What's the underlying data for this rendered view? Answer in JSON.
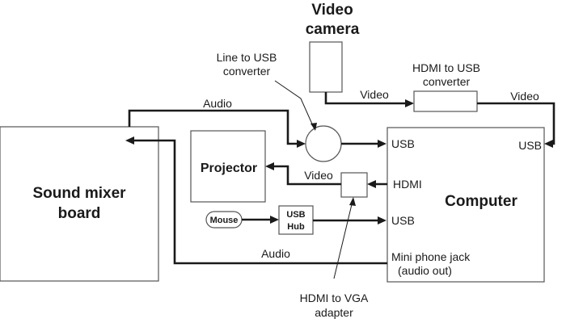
{
  "nodes": {
    "sound_mixer": [
      "Sound mixer",
      "board"
    ],
    "video_camera": [
      "Video",
      "camera"
    ],
    "projector": "Projector",
    "computer": "Computer",
    "mouse": "Mouse",
    "usb_hub": [
      "USB",
      "Hub"
    ]
  },
  "callouts": {
    "line_to_usb": [
      "Line to USB",
      "converter"
    ],
    "hdmi_to_usb": [
      "HDMI to USB",
      "converter"
    ],
    "hdmi_to_vga": [
      "HDMI to VGA",
      "adapter"
    ]
  },
  "computer_ports": {
    "usb_top": "USB",
    "usb_right": "USB",
    "hdmi": "HDMI",
    "usb_bottom": "USB",
    "mini_jack": [
      "Mini phone jack",
      "(audio out)"
    ]
  },
  "wire_labels": {
    "audio_top": "Audio",
    "video_camera": "Video",
    "video_right": "Video",
    "video_projector": "Video",
    "audio_bottom": "Audio"
  }
}
